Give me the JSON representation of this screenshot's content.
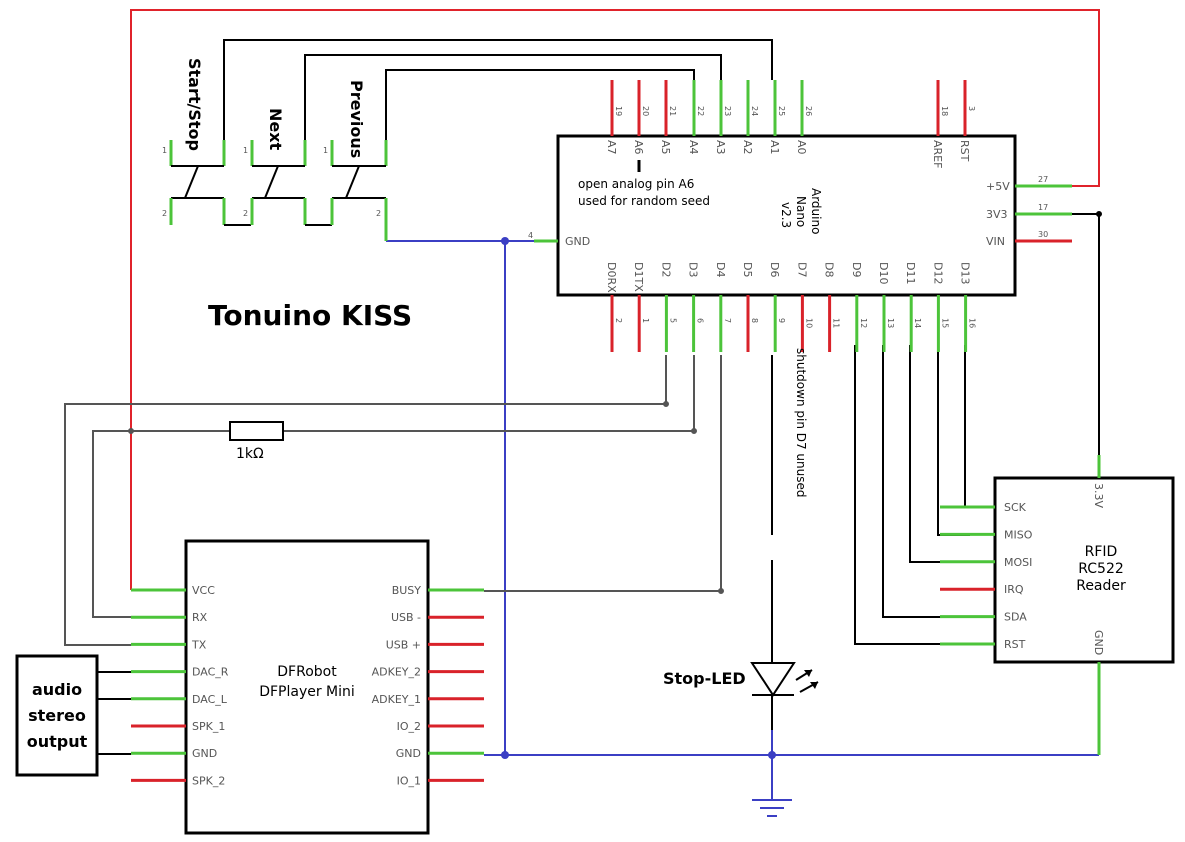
{
  "title": "Tonuino KISS",
  "colors": {
    "vcc_wire": "#e0232b",
    "gnd_wire": "#3b3fc4",
    "signal_wire": "#000000",
    "aux_wire": "#555555",
    "pin_ok": "#4cc43a",
    "pin_unused": "#d9222a"
  },
  "buttons": {
    "start_stop": "Start/Stop",
    "next": "Next",
    "previous": "Previous",
    "pin1": "1",
    "pin2": "2"
  },
  "arduino": {
    "name": [
      "Arduino",
      "Nano",
      "v2.3"
    ],
    "top_pins": [
      "A7",
      "A6",
      "A5",
      "A4",
      "A3",
      "A2",
      "A1",
      "A0",
      "AREF",
      "RST"
    ],
    "top_nums": [
      "19",
      "20",
      "21",
      "22",
      "23",
      "24",
      "25",
      "26",
      "18",
      "3"
    ],
    "bottom_pins": [
      "D0RX",
      "D1TX",
      "D2",
      "D3",
      "D4",
      "D5",
      "D6",
      "D7",
      "D8",
      "D9",
      "D10",
      "D11",
      "D12",
      "D13"
    ],
    "bottom_nums": [
      "2",
      "1",
      "5",
      "6",
      "7",
      "8",
      "9",
      "10",
      "11",
      "12",
      "13",
      "14",
      "15",
      "16"
    ],
    "right_pins": [
      "+5V",
      "3V3",
      "VIN"
    ],
    "right_nums": [
      "27",
      "17",
      "30"
    ],
    "gnd_label": "GND",
    "gnd_num": "4"
  },
  "notes": {
    "a6_line1": "open analog pin A6",
    "a6_line2": "used for random seed",
    "d7": "shutdown pin D7 unused"
  },
  "resistor": "1kΩ",
  "dfplayer": {
    "name": [
      "DFRobot",
      "DFPlayer Mini"
    ],
    "left_pins": [
      "VCC",
      "RX",
      "TX",
      "DAC_R",
      "DAC_L",
      "SPK_1",
      "GND",
      "SPK_2"
    ],
    "right_pins": [
      "BUSY",
      "USB -",
      "USB +",
      "ADKEY_2",
      "ADKEY_1",
      "IO_2",
      "GND",
      "IO_1"
    ]
  },
  "rfid": {
    "name": [
      "RFID",
      "RC522",
      "Reader"
    ],
    "left_pins": [
      "SCK",
      "MISO",
      "MOSI",
      "IRQ",
      "SDA",
      "RST"
    ],
    "top_pin": "3.3V",
    "bottom_pin": "GND"
  },
  "audio": [
    "audio",
    "stereo",
    "output"
  ],
  "led": "Stop-LED"
}
